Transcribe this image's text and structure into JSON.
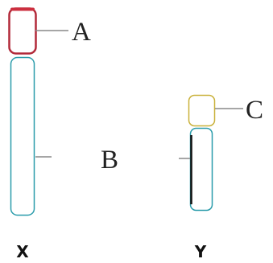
{
  "diagram": {
    "labels": {
      "a": "A",
      "b": "B",
      "c": "C",
      "x": "X",
      "y": "Y"
    },
    "colors": {
      "background": "#ffffff",
      "part_a_outline": "#b22a3a",
      "part_a_top_edge": "#cc2f3f",
      "chromosome_x_outline": "#2b9cab",
      "part_c_outline": "#c9b13a",
      "chromosome_y_outline": "#2b9cab",
      "chromosome_y_left_edge": "#111111",
      "pointer_line": "#888888"
    }
  }
}
